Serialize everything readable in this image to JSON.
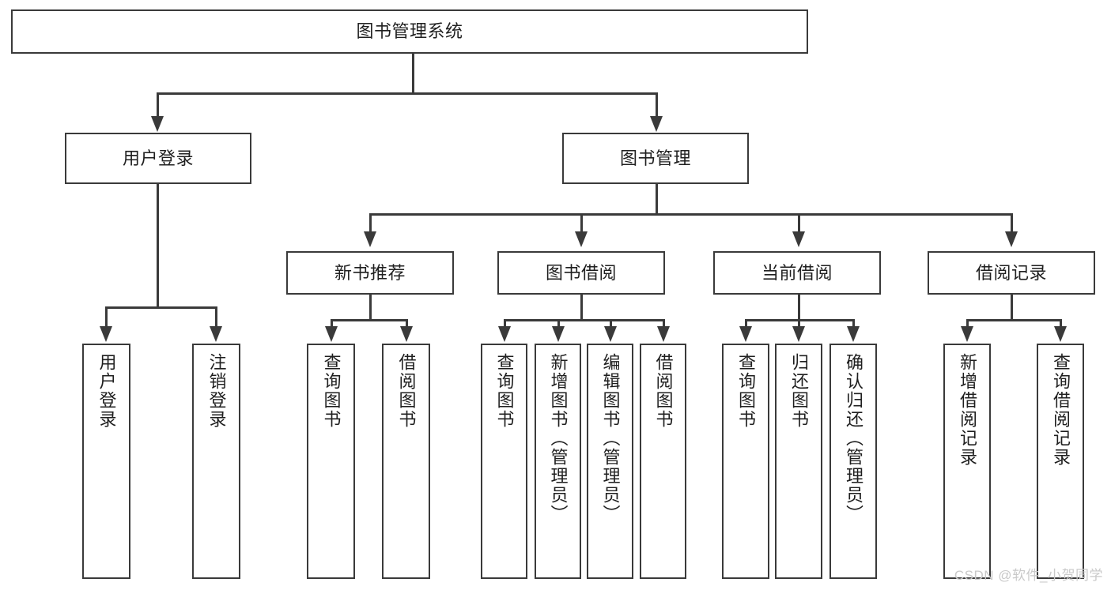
{
  "diagram": {
    "title": "图书管理系统",
    "type": "tree",
    "orientation": "top-down",
    "colors": {
      "box_border": "#3a3a3a",
      "box_fill": "#ffffff",
      "connector": "#3a3a3a",
      "text": "#1f1f1f",
      "watermark": "#c9c9c9",
      "background": "#ffffff"
    },
    "root": {
      "label": "图书管理系统"
    },
    "level1": [
      {
        "label": "用户登录"
      },
      {
        "label": "图书管理"
      }
    ],
    "level2": [
      {
        "label": "新书推荐"
      },
      {
        "label": "图书借阅"
      },
      {
        "label": "当前借阅"
      },
      {
        "label": "借阅记录"
      }
    ],
    "leaves": {
      "user_login": [
        {
          "label": "用户登录"
        },
        {
          "label": "注销登录"
        }
      ],
      "new_book_recommend": [
        {
          "label": "查询图书"
        },
        {
          "label": "借阅图书"
        }
      ],
      "book_borrow": [
        {
          "label": "查询图书"
        },
        {
          "label": "新增图书（管理员）"
        },
        {
          "label": "编辑图书（管理员）"
        },
        {
          "label": "借阅图书"
        }
      ],
      "current_borrow": [
        {
          "label": "查询图书"
        },
        {
          "label": "归还图书"
        },
        {
          "label": "确认归还（管理员）"
        }
      ],
      "borrow_record": [
        {
          "label": "新增借阅记录"
        },
        {
          "label": "查询借阅记录"
        }
      ]
    }
  },
  "watermark": "CSDN @软件_小贺同学"
}
